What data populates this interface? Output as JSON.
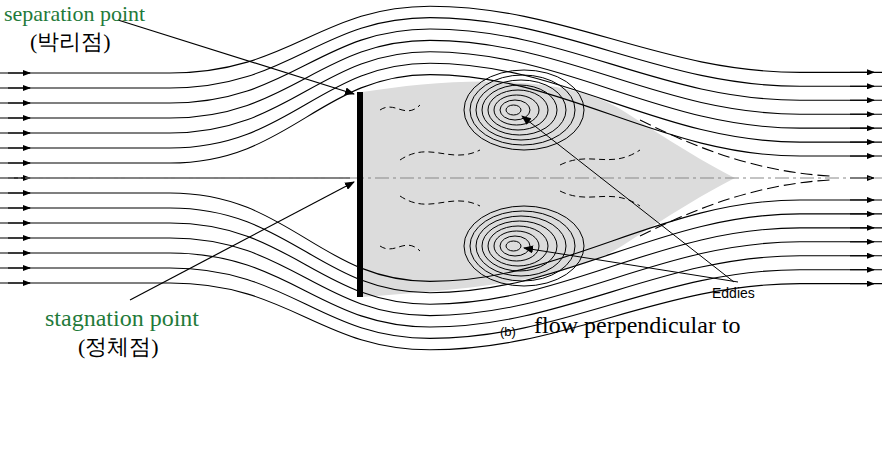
{
  "diagram": {
    "labels": [
      "separation point",
      "(박리점)",
      "stagnation point",
      "(정체점)",
      "Eddies",
      "(b)",
      "flow perpendicular to"
    ]
  }
}
